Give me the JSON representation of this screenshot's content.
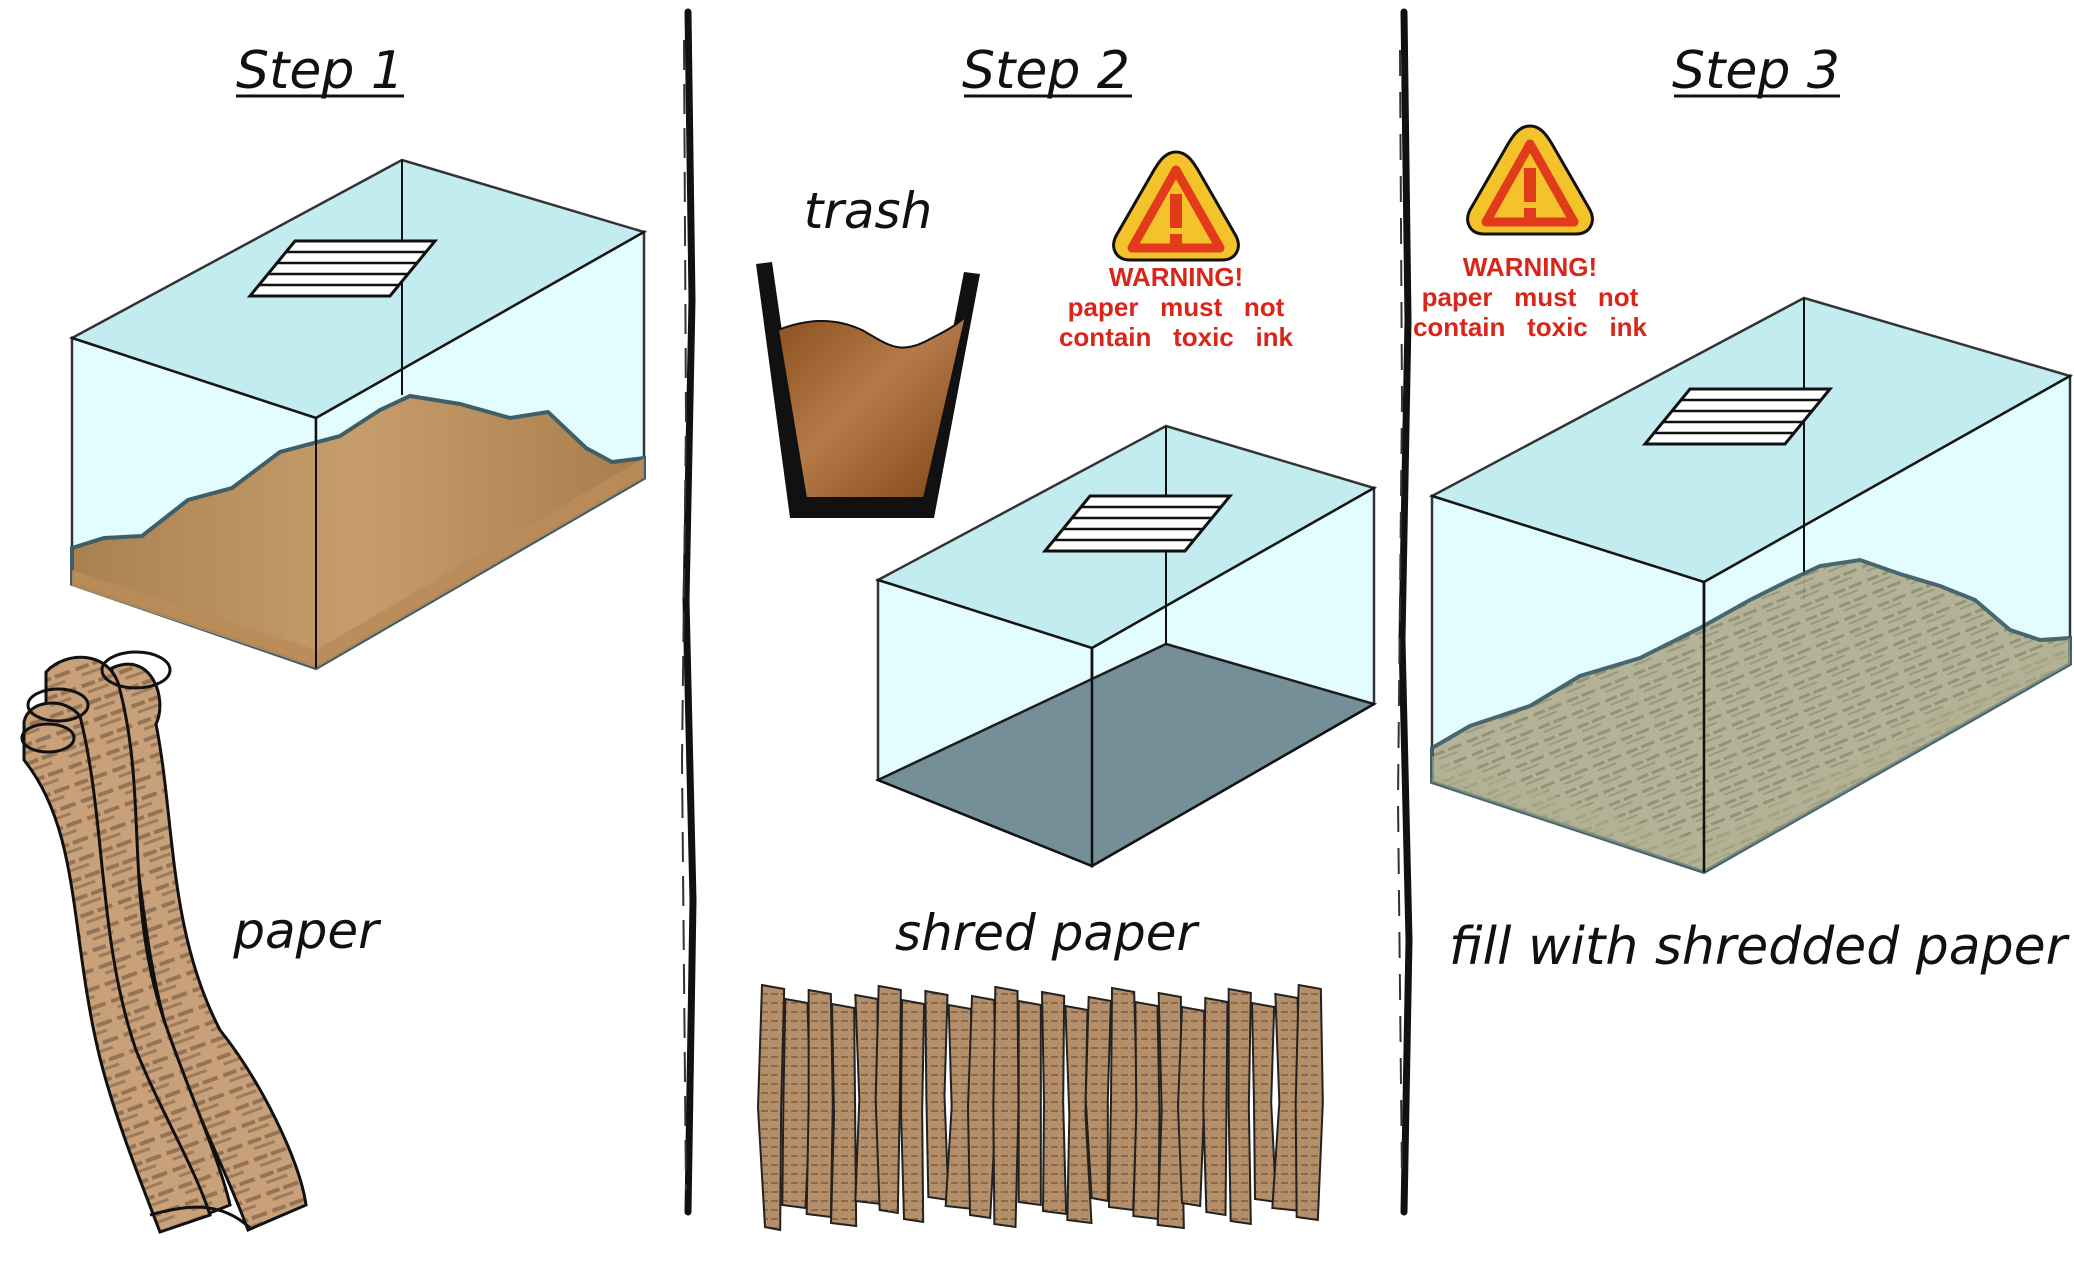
{
  "steps": [
    {
      "title": "Step 1",
      "labels": {
        "paper": "paper"
      }
    },
    {
      "title": "Step 2",
      "labels": {
        "trash": "trash",
        "shred": "shred paper"
      },
      "warning": {
        "title": "WARNING!",
        "line1": "paper   must   not",
        "line2": "contain   toxic   ink"
      }
    },
    {
      "title": "Step 3",
      "labels": {
        "fill": "fill with shredded paper"
      },
      "warning": {
        "title": "WARNING!",
        "line1": "paper   must   not",
        "line2": "contain   toxic   ink"
      }
    }
  ],
  "icons": {
    "warning": "warning-triangle-icon",
    "trash": "trash-cup-icon"
  },
  "colors": {
    "glass": "#dffcff",
    "glass_top": "#b9e9ee",
    "substrate": "#b98c5a",
    "substrate_edge": "#3f5e66",
    "trash": "#9a5a27",
    "paper": "#c8a07a",
    "shred_bed": "#b3b092",
    "tank_floor": "#6f8a92",
    "warning_fill": "#f4c22b",
    "warning_ring": "#e23b1c",
    "warning_text": "#d8261b"
  }
}
